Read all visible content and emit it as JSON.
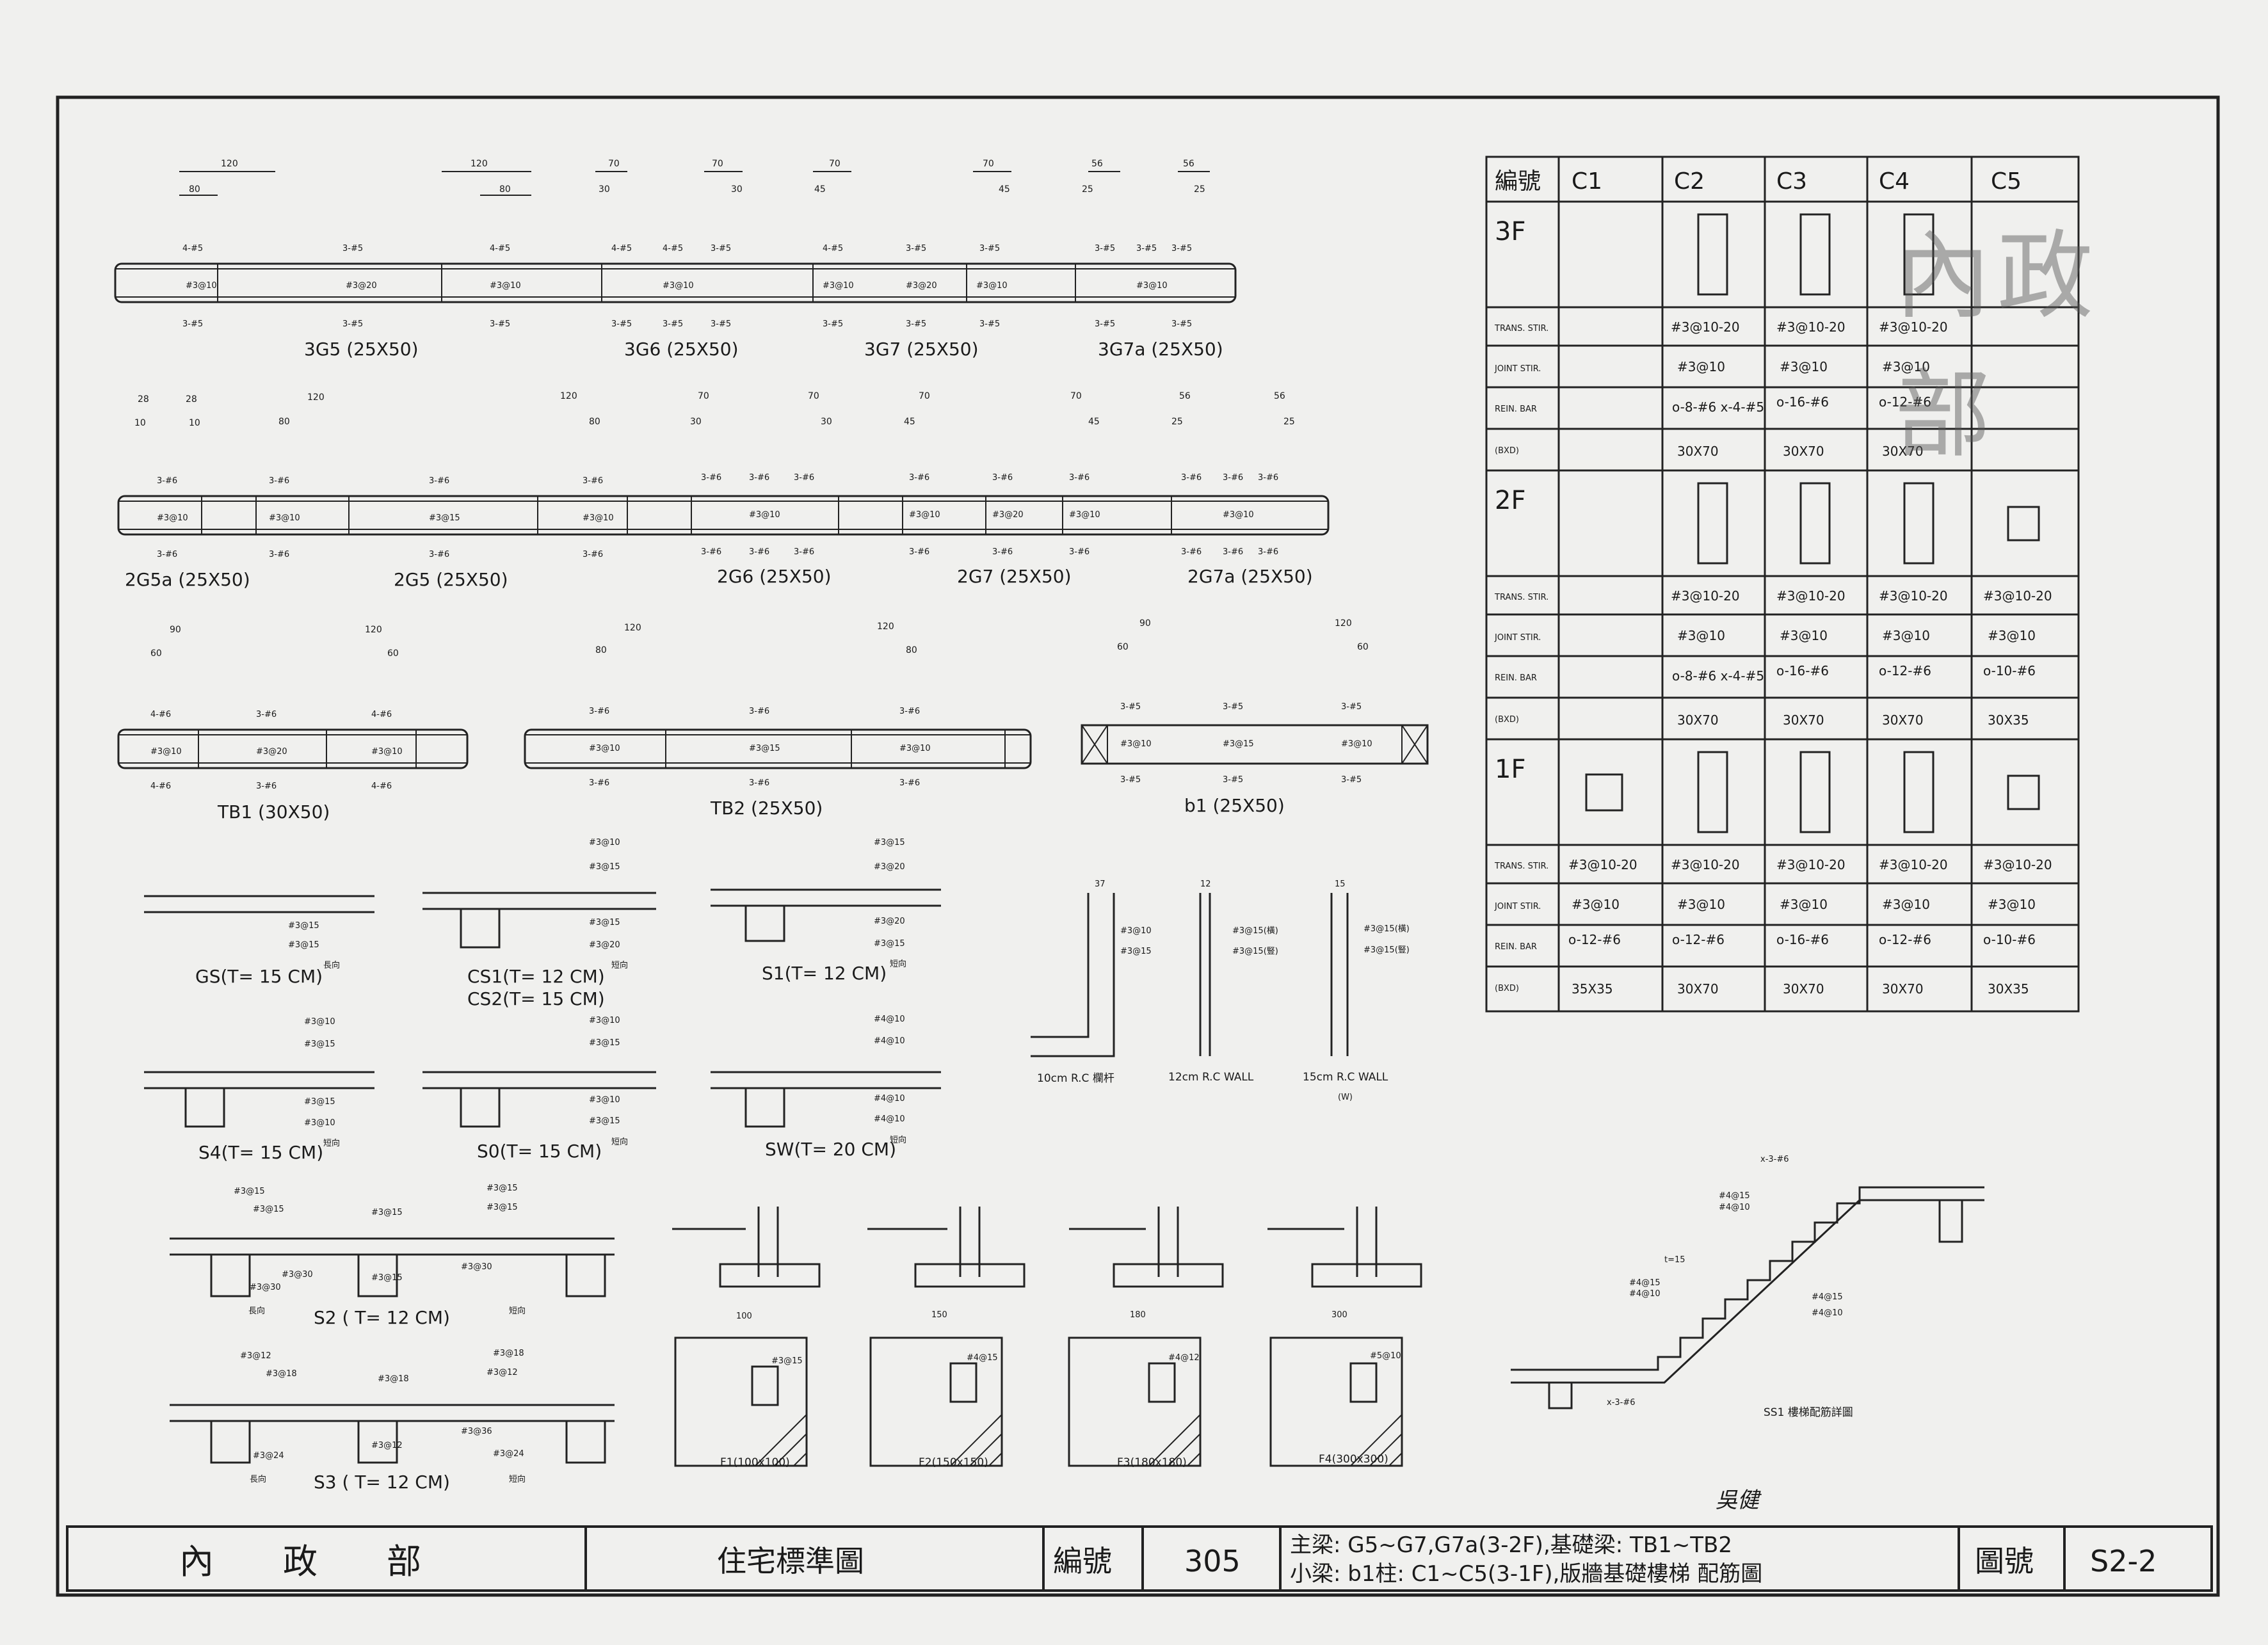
{
  "beams_row1": [
    {
      "name": "3G5 (25X50)",
      "top": [
        "4-#5",
        "3-#5",
        "4-#5"
      ],
      "stir": [
        "#3@10",
        "#3@20",
        "#3@10"
      ],
      "bot": [
        "3-#5",
        "3-#5",
        "3-#5"
      ],
      "dims": [
        "120",
        "80",
        "120",
        "80"
      ]
    },
    {
      "name": "3G6 (25X50)",
      "top": [
        "4-#5",
        "4-#5",
        "3-#5"
      ],
      "stir": [
        "#3@10"
      ],
      "bot": [
        "3-#5",
        "3-#5",
        "3-#5"
      ],
      "dims": [
        "70",
        "30",
        "70",
        "30"
      ]
    },
    {
      "name": "3G7 (25X50)",
      "top": [
        "4-#5",
        "3-#5",
        "3-#5"
      ],
      "stir": [
        "#3@10",
        "#3@20",
        "#3@10"
      ],
      "bot": [
        "3-#5",
        "3-#5",
        "3-#5"
      ],
      "dims": [
        "70",
        "45",
        "70",
        "45"
      ]
    },
    {
      "name": "3G7a (25X50)",
      "top": [
        "3-#5",
        "3-#5",
        "3-#5"
      ],
      "stir": [
        "#3@10"
      ],
      "bot": [
        "3-#5",
        "3-#5"
      ],
      "dims": [
        "56",
        "25",
        "56",
        "25"
      ]
    }
  ],
  "beams_row2": [
    {
      "name": "2G5a (25X50)",
      "top": [
        "3-#6"
      ],
      "stir": [
        "#3@10"
      ],
      "bot": [
        "3-#6"
      ],
      "dims": [
        "28",
        "10",
        "28",
        "10"
      ]
    },
    {
      "name": "2G5 (25X50)",
      "top": [
        "3-#6",
        "3-#6",
        "3-#6"
      ],
      "stir": [
        "#3@10",
        "#3@15",
        "#3@10"
      ],
      "bot": [
        "3-#6",
        "3-#6",
        "3-#6"
      ],
      "dims": [
        "120",
        "80",
        "120",
        "80"
      ]
    },
    {
      "name": "2G6 (25X50)",
      "top": [
        "3-#6",
        "3-#6",
        "3-#6"
      ],
      "stir": [
        "#3@10"
      ],
      "bot": [
        "3-#6",
        "3-#6",
        "3-#6"
      ],
      "dims": [
        "70",
        "30",
        "70",
        "30"
      ]
    },
    {
      "name": "2G7 (25X50)",
      "top": [
        "3-#6",
        "3-#6",
        "3-#6"
      ],
      "stir": [
        "#3@10",
        "#3@20",
        "#3@10"
      ],
      "bot": [
        "3-#6",
        "3-#6",
        "3-#6"
      ],
      "dims": [
        "70",
        "45",
        "70",
        "45"
      ]
    },
    {
      "name": "2G7a (25X50)",
      "top": [
        "3-#6",
        "3-#6",
        "3-#6"
      ],
      "stir": [
        "#3@10"
      ],
      "bot": [
        "3-#6",
        "3-#6",
        "3-#6"
      ],
      "dims": [
        "56",
        "25",
        "56",
        "25"
      ]
    }
  ],
  "beams_row3": [
    {
      "name": "TB1 (30X50)",
      "top": [
        "4-#6",
        "3-#6",
        "4-#6"
      ],
      "stir": [
        "#3@10",
        "#3@20",
        "#3@10"
      ],
      "bot": [
        "4-#6",
        "3-#6",
        "4-#6"
      ],
      "dims": [
        "90",
        "60",
        "120",
        "60"
      ]
    },
    {
      "name": "TB2 (25X50)",
      "top": [
        "3-#6",
        "3-#6",
        "3-#6"
      ],
      "stir": [
        "#3@10",
        "#3@15",
        "#3@10"
      ],
      "bot": [
        "3-#6",
        "3-#6",
        "3-#6"
      ],
      "dims": [
        "120",
        "80",
        "120",
        "80"
      ]
    },
    {
      "name": "b1 (25X50)",
      "top": [
        "3-#5",
        "3-#5",
        "3-#5"
      ],
      "stir": [
        "#3@10",
        "#3@15",
        "#3@10"
      ],
      "bot": [
        "3-#5",
        "3-#5",
        "3-#5"
      ],
      "dims": [
        "90",
        "60",
        "120",
        "60"
      ]
    }
  ],
  "slabs": [
    {
      "name": "GS(T= 15 CM)",
      "notes": [
        "#3@15",
        "#3@15",
        "長向"
      ]
    },
    {
      "name": "CS1(T= 12 CM)",
      "name2": "CS2(T= 15 CM)",
      "notes": [
        "#3@10",
        "#3@15",
        "#3@15",
        "#3@20",
        "短向"
      ]
    },
    {
      "name": "S1(T= 12 CM)",
      "notes": [
        "#3@15",
        "#3@20",
        "#3@20",
        "#3@15",
        "短向"
      ]
    },
    {
      "name": "S4(T= 15 CM)",
      "notes": [
        "#3@10",
        "#3@15",
        "#3@15",
        "#3@10",
        "短向"
      ]
    },
    {
      "name": "S0(T= 15 CM)",
      "notes": [
        "#3@10",
        "#3@15",
        "#3@10",
        "#3@15",
        "短向"
      ]
    },
    {
      "name": "SW(T= 20 CM)",
      "notes": [
        "#4@10",
        "#4@10",
        "#4@10",
        "#4@10",
        "短向"
      ]
    }
  ],
  "walls": [
    {
      "name": "10cm R.C 欄杆",
      "dim": "37",
      "notes": [
        "#3@10",
        "#3@15"
      ]
    },
    {
      "name": "12cm R.C WALL",
      "dim": "12",
      "notes": [
        "#3@15(橫)",
        "#3@15(豎)"
      ]
    },
    {
      "name": "15cm R.C WALL",
      "tag": "(W)",
      "dim": "15",
      "notes": [
        "#3@15(橫)",
        "#3@15(豎)"
      ]
    }
  ],
  "continuous_slabs": [
    {
      "name": "S2 ( T= 12 CM)",
      "notes": [
        "#3@15",
        "#3@15",
        "#3@15",
        "#3@15",
        "#3@15",
        "#3@30",
        "#3@30",
        "#3@30",
        "#3@15",
        "長向",
        "短向"
      ]
    },
    {
      "name": "S3 ( T= 12 CM)",
      "notes": [
        "#3@12",
        "#3@18",
        "#3@18",
        "#3@18",
        "#3@12",
        "#3@24",
        "#3@36",
        "#3@24",
        "#3@12",
        "長向",
        "短向"
      ]
    }
  ],
  "footings": [
    {
      "name": "F1(100x100)",
      "size": "100",
      "rebar": "#3@15"
    },
    {
      "name": "F2(150x150)",
      "size": "150",
      "rebar": "#4@15"
    },
    {
      "name": "F3(180x180)",
      "size": "180",
      "rebar": "#4@12"
    },
    {
      "name": "F4(300x300)",
      "size": "300",
      "rebar": "#5@10"
    }
  ],
  "stair": {
    "name": "SS1 樓梯配筋詳圖",
    "notes": [
      "x-3-#6",
      "#4@15",
      "#4@10",
      "t=15",
      "#4@15",
      "#4@10",
      "#4@15",
      "#4@10",
      "x-3-#6"
    ]
  },
  "column_table": {
    "headers": [
      "編號",
      "C1",
      "C2",
      "C3",
      "C4",
      "C5"
    ],
    "row_labels": [
      "TRANS. STIR.",
      "JOINT STIR.",
      "REIN. BAR",
      "(BXD)"
    ],
    "floors": [
      {
        "floor": "3F",
        "trans": [
          "",
          "#3@10-20",
          "#3@10-20",
          "#3@10-20",
          ""
        ],
        "joint": [
          "",
          "#3@10",
          "#3@10",
          "#3@10",
          ""
        ],
        "rein": [
          "",
          "o-8-#6 x-4-#5",
          "o-16-#6",
          "o-12-#6",
          ""
        ],
        "bxd": [
          "",
          "30X70",
          "30X70",
          "30X70",
          ""
        ]
      },
      {
        "floor": "2F",
        "trans": [
          "",
          "#3@10-20",
          "#3@10-20",
          "#3@10-20",
          "#3@10-20"
        ],
        "joint": [
          "",
          "#3@10",
          "#3@10",
          "#3@10",
          "#3@10"
        ],
        "rein": [
          "",
          "o-8-#6 x-4-#5",
          "o-16-#6",
          "o-12-#6",
          "o-10-#6"
        ],
        "bxd": [
          "",
          "30X70",
          "30X70",
          "30X70",
          "30X35"
        ]
      },
      {
        "floor": "1F",
        "trans": [
          "#3@10-20",
          "#3@10-20",
          "#3@10-20",
          "#3@10-20",
          "#3@10-20"
        ],
        "joint": [
          "#3@10",
          "#3@10",
          "#3@10",
          "#3@10",
          "#3@10"
        ],
        "rein": [
          "o-12-#6",
          "o-12-#6",
          "o-16-#6",
          "o-12-#6",
          "o-10-#6"
        ],
        "bxd": [
          "35X35",
          "30X70",
          "30X70",
          "30X70",
          "30X35"
        ]
      }
    ]
  },
  "titleblock": {
    "agency": "內　　政　　部",
    "title": "住宅標準圖",
    "num_label": "編號",
    "num": "305",
    "desc1": "主梁: G5~G7,G7a(3-2F),基礎梁: TB1~TB2",
    "desc2": "小梁: b1柱: C1~C5(3-1F),版牆基礎樓梯 配筋圖",
    "dwg_label": "圖號",
    "dwg": "S2-2"
  },
  "stamp": "內政部",
  "signature": "吳健"
}
